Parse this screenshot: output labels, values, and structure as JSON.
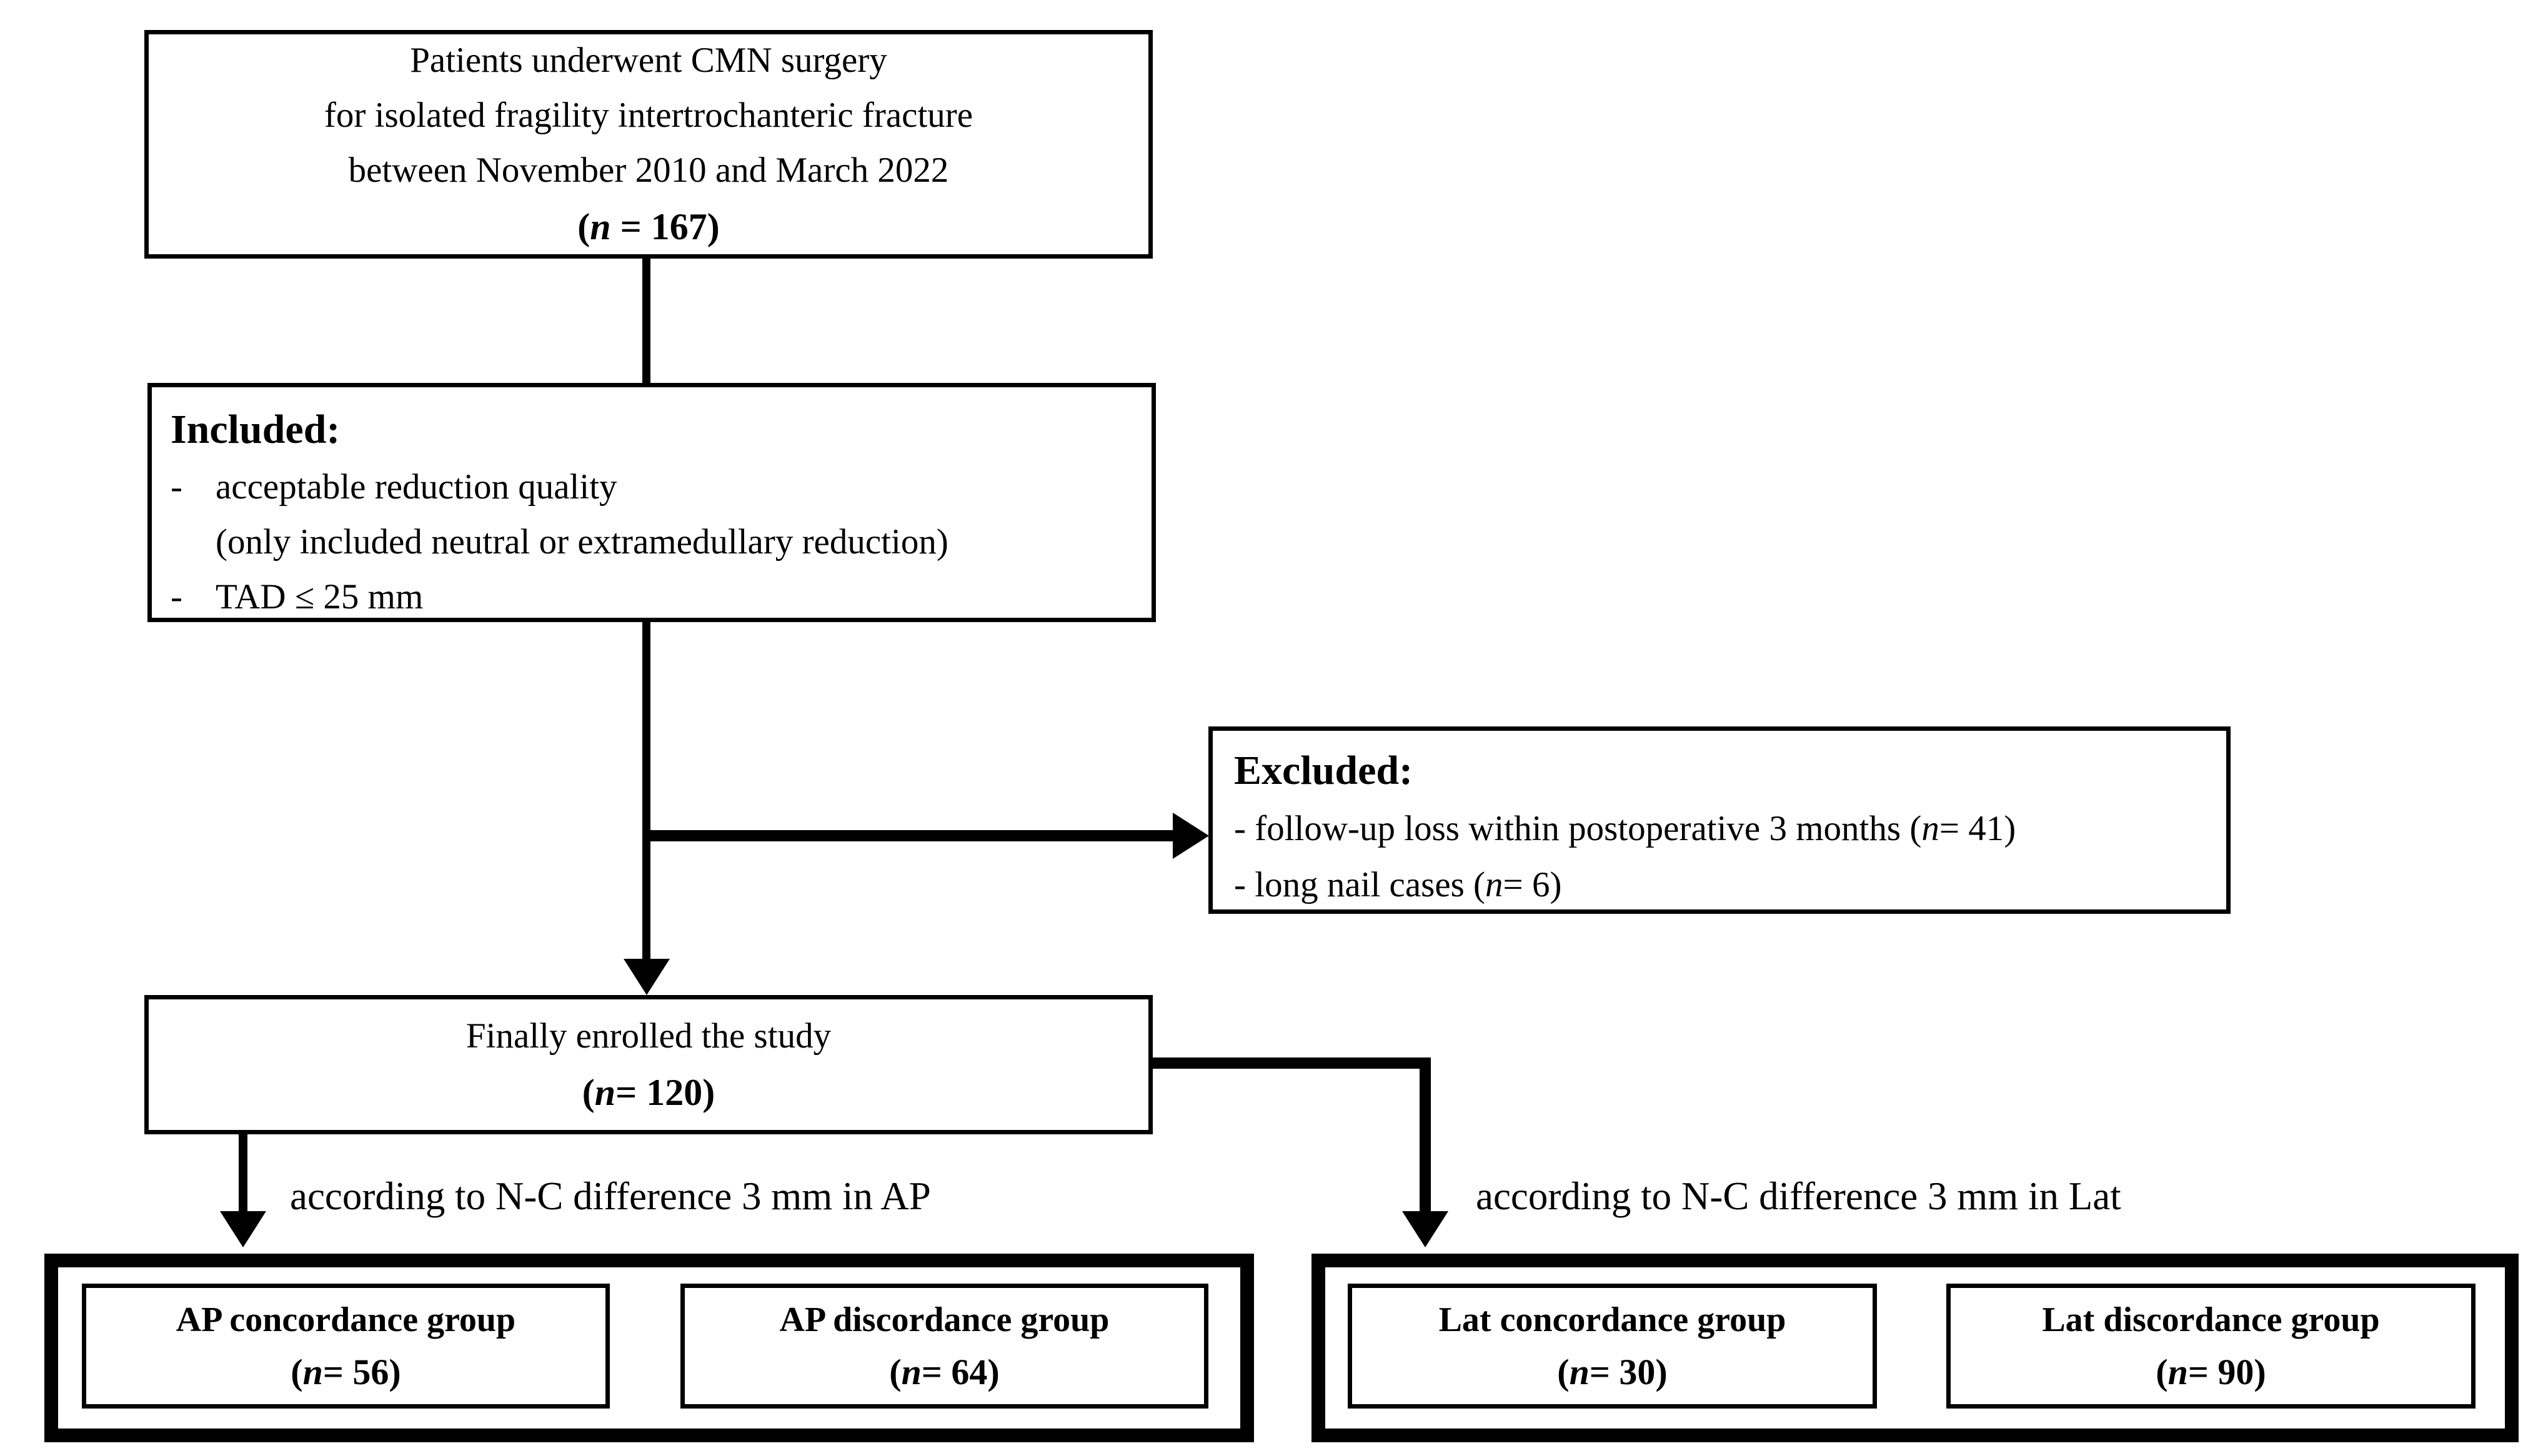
{
  "figure": {
    "colors": {
      "border": "#000000",
      "background": "#ffffff",
      "text": "#000000"
    },
    "top_box": {
      "line1": "Patients underwent CMN surgery",
      "line2": "for isolated fragility intertrochanteric fracture",
      "line3": "between November 2010 and March 2022",
      "n_open": "(",
      "n_var": "n",
      "n_rest": " = 167)"
    },
    "included_box": {
      "heading": "Included:",
      "items": [
        {
          "dash": "-",
          "line1": "acceptable reduction quality",
          "line2": "(only included neutral or extramedullary reduction)"
        },
        {
          "dash": "-",
          "line1": "TAD ≤ 25 mm",
          "line2": ""
        }
      ]
    },
    "excluded_box": {
      "heading": "Excluded:",
      "items": [
        {
          "pre": "- follow-up loss within postoperative 3 months (",
          "n_var": "n",
          "post": "= 41)"
        },
        {
          "pre": "- long nail cases (",
          "n_var": "n",
          "post": "= 6)"
        }
      ]
    },
    "enrolled_box": {
      "line1": "Finally enrolled the study",
      "n_open": "(",
      "n_var": "n",
      "n_rest": "= 120)"
    },
    "branch_labels": {
      "ap": "according to N-C difference 3 mm in AP",
      "lat": "according to N-C difference 3 mm in Lat"
    },
    "groups": [
      {
        "title": "AP concordance group",
        "n_open": "(",
        "n_var": "n",
        "n_rest": "= 56)"
      },
      {
        "title": "AP discordance group",
        "n_open": "(",
        "n_var": "n",
        "n_rest": "= 64)"
      },
      {
        "title": "Lat concordance group",
        "n_open": "(",
        "n_var": "n",
        "n_rest": "= 30)"
      },
      {
        "title": "Lat discordance group",
        "n_open": "(",
        "n_var": "n",
        "n_rest": "= 90)"
      }
    ]
  }
}
